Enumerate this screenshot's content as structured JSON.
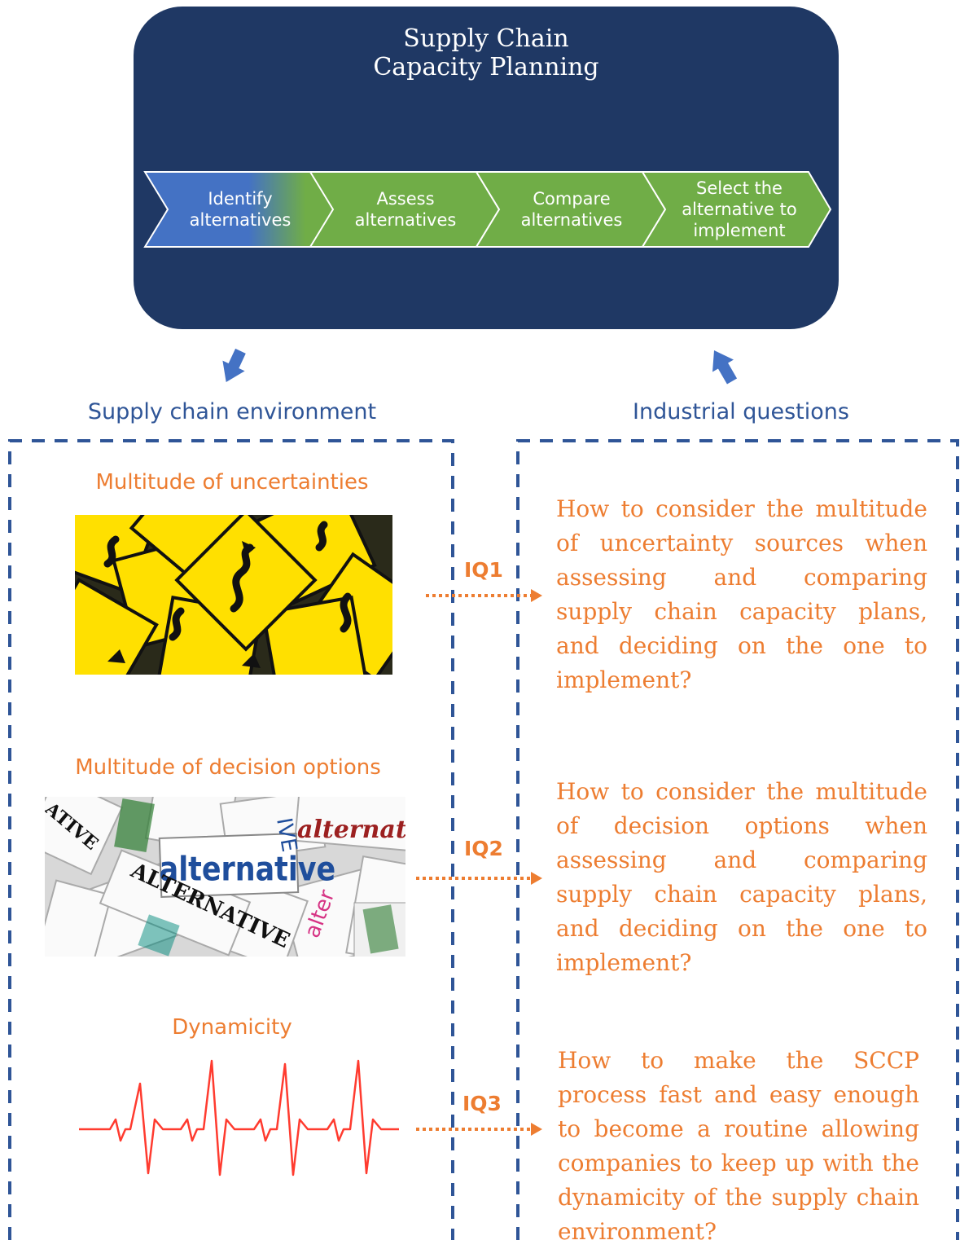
{
  "panel": {
    "title_line1": "Supply Chain",
    "title_line2": "Capacity Planning",
    "steps": [
      {
        "line1": "Identify",
        "line2": "alternatives",
        "line3": ""
      },
      {
        "line1": "Assess",
        "line2": "alternatives",
        "line3": ""
      },
      {
        "line1": "Compare",
        "line2": "alternatives",
        "line3": ""
      },
      {
        "line1": "Select the",
        "line2": "alternative to",
        "line3": "implement"
      }
    ]
  },
  "left_section": {
    "title": "Supply chain environment",
    "items": [
      {
        "title": "Multitude of uncertainties"
      },
      {
        "title": "Multitude of decision options"
      },
      {
        "title": "Dynamicity"
      }
    ]
  },
  "right_section": {
    "title": "Industrial questions",
    "questions": [
      {
        "tag": "IQ1",
        "text": "How to consider the multitude of uncertainty sources when assessing and comparing supply chain capacity plans, and deciding on the one to implement?"
      },
      {
        "tag": "IQ2",
        "text": "How to consider the multitude of decision options when assessing and comparing supply chain capacity plans, and deciding on the one to implement?"
      },
      {
        "tag": "IQ3",
        "text": "How to make the SCCP process fast and easy enough to become a routine allowing companies to keep up with the dynamicity of the supply chain environment?"
      }
    ]
  },
  "illustration_words": {
    "main": "alternative",
    "caps": "ALTERNATIVE",
    "script": "alternati",
    "frag1": "ATIVE",
    "frag2": "alter",
    "frag3": "IVE"
  },
  "colors": {
    "panel": "#1f3864",
    "step_blue": "#4472c4",
    "step_green": "#70ad47",
    "accent_orange": "#ed7d31",
    "section_blue": "#2f5597",
    "heartbeat": "#ff3b2f",
    "sign_yellow": "#ffe000"
  }
}
